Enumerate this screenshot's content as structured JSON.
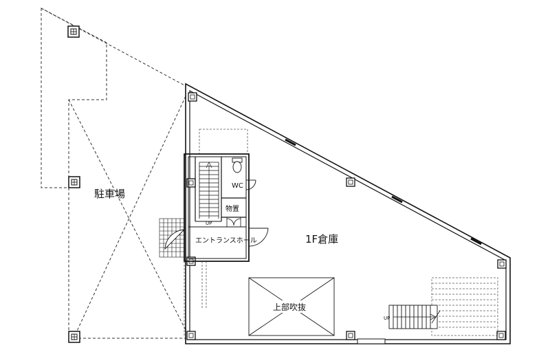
{
  "labels": {
    "parking": "駐車場",
    "warehouse": "1F倉庫",
    "void": "上部吹抜",
    "entrance_hall": "エントランスホール",
    "wc": "WC",
    "storage": "物置",
    "stair_up_main": "UP",
    "stair_up_corner": "UP"
  },
  "colors": {
    "line": "#111111",
    "dashed": "#333333",
    "background": "#ffffff"
  },
  "icons": {
    "column": "column-box-icon",
    "toilet": "toilet-icon",
    "door": "door-swing-icon"
  }
}
